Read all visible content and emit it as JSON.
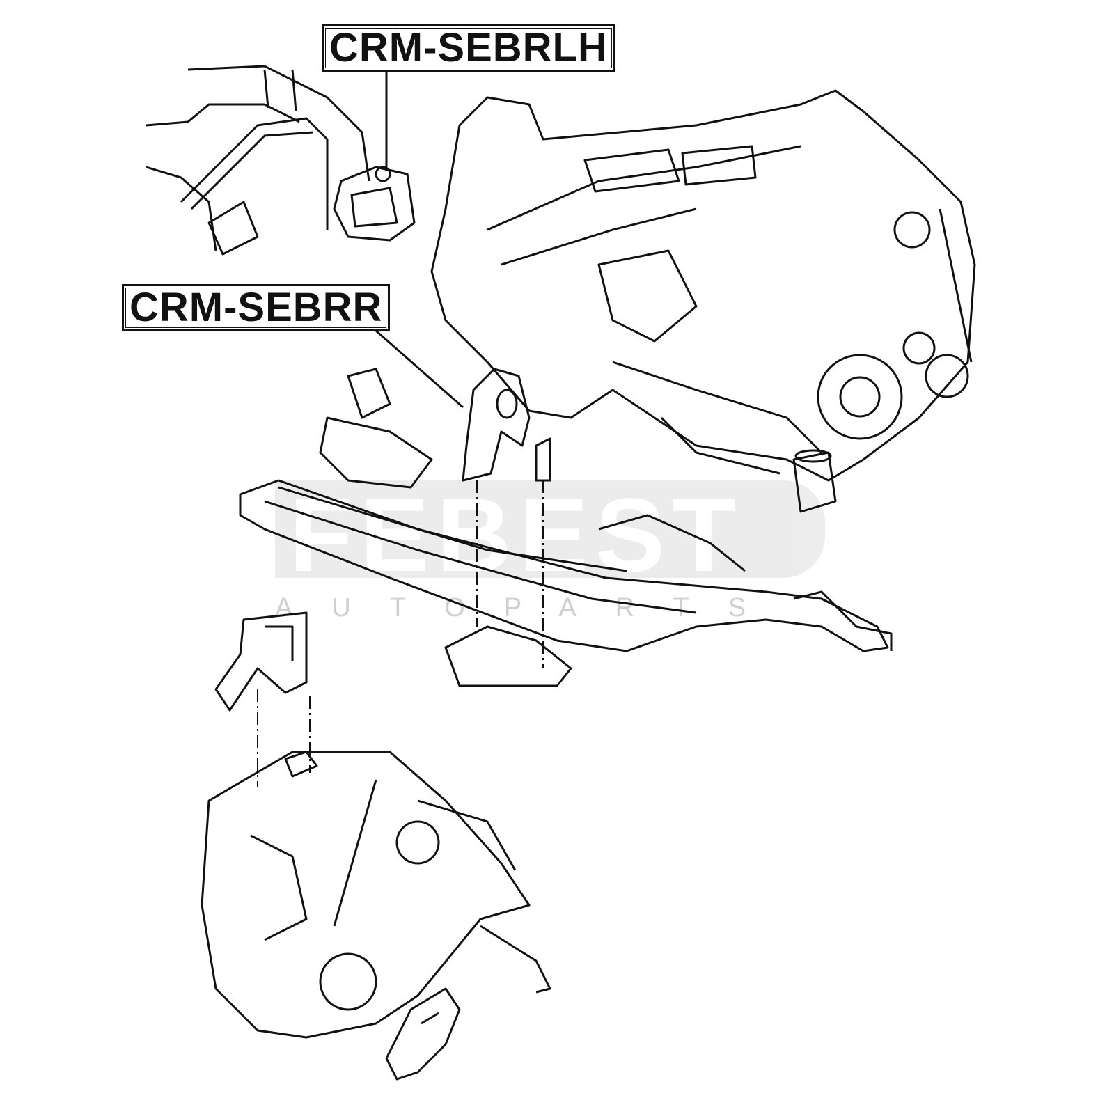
{
  "labels": {
    "left_mount": "CRM-SEBRLH",
    "right_mount": "CRM-SEBRR"
  },
  "watermark": {
    "brand": "FEBEST",
    "subtitle": "AUTOPARTS"
  }
}
